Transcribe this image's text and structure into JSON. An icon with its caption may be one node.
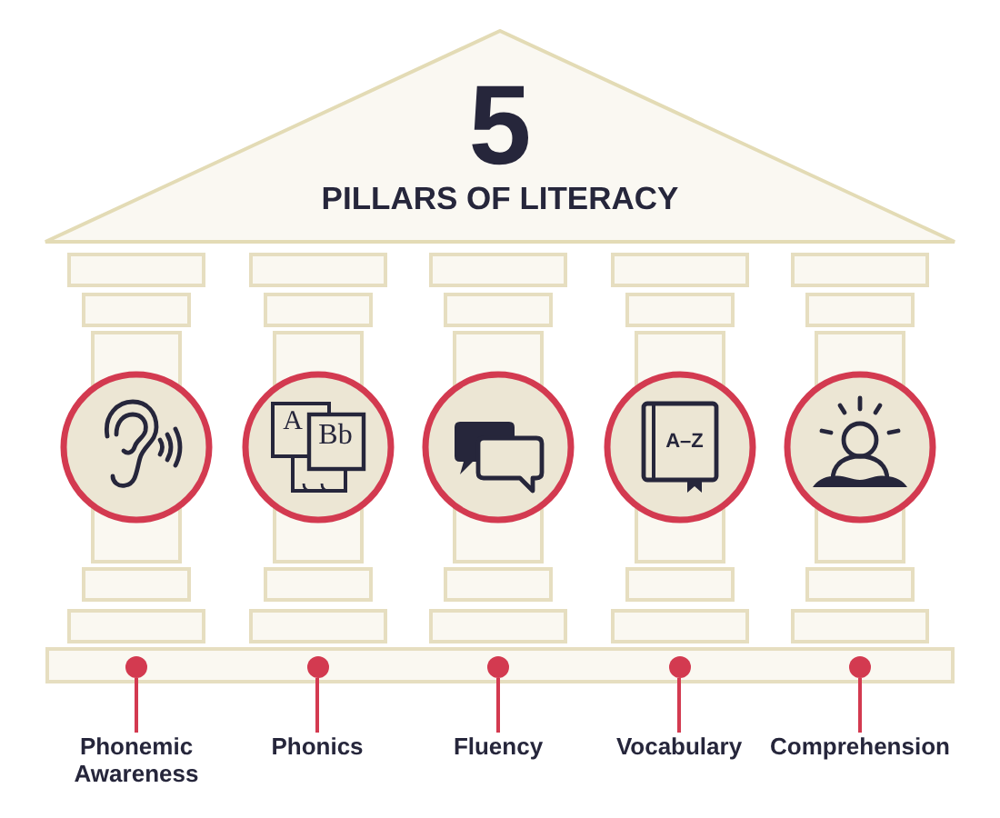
{
  "diagram": {
    "nodes": [
      {
        "text": [
          "5",
          "PILLARS OF LITERACY"
        ]
      },
      {
        "text": [],
        "shape": "bar"
      },
      {
        "text": [],
        "shape": "circle",
        "in": 1
      },
      {
        "text": [],
        "shape": "circle",
        "in": 1
      },
      {
        "text": [],
        "shape": "circle",
        "in": 1
      },
      {
        "text": [],
        "shape": "circle",
        "in": 1
      },
      {
        "text": [],
        "shape": "circle",
        "in": 1
      },
      {
        "text": [
          "Phonemic Awareness"
        ]
      },
      {
        "text": [
          "Phonics"
        ]
      },
      {
        "text": [
          "Fluency"
        ]
      },
      {
        "text": [
          "Vocabulary"
        ]
      },
      {
        "text": [
          "Comprehension"
        ]
      }
    ],
    "edges": [
      {
        "from": 7,
        "to": 2,
        "arrow": "none"
      },
      {
        "from": 8,
        "to": 3,
        "arrow": "none"
      },
      {
        "from": 9,
        "to": 4,
        "arrow": "none"
      },
      {
        "from": 10,
        "to": 5,
        "arrow": "none"
      },
      {
        "from": 11,
        "to": 6,
        "arrow": "none"
      }
    ],
    "labels": [
      "A",
      "Bb",
      "A–Z"
    ]
  }
}
